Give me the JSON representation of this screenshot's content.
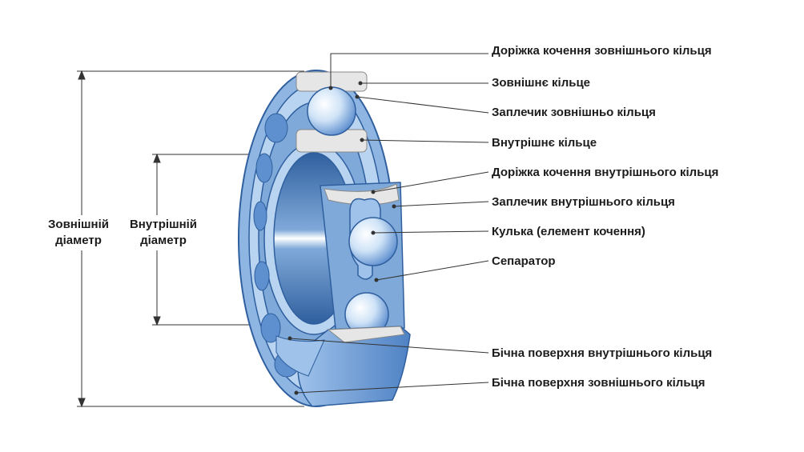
{
  "callouts": [
    "Доріжка кочення зовнішнього кільця",
    "Зовнішнє кільце",
    "Заплечик зовнішньо кільця",
    "Внутрішнє кільце",
    "Доріжка кочення внутрішнього кільця",
    "Заплечик внутрішнього кільця",
    "Кулька (елемент кочення)",
    "Сепаратор",
    "Бічна поверхня внутрішнього кільця",
    "Бічна поверхня зовнішнього кільця"
  ],
  "dimensions": {
    "outer": {
      "line1": "Зовнішній",
      "line2": "діаметр"
    },
    "inner": {
      "line1": "Внутрішній",
      "line2": "діаметр"
    }
  },
  "colors": {
    "ring_light": "#b9d4f0",
    "ring_mid": "#7fa9d9",
    "ring_dark": "#2f5f9e",
    "cutaway": "#e6e6e6",
    "ball": "#cfe3f7",
    "line": "#333333"
  }
}
